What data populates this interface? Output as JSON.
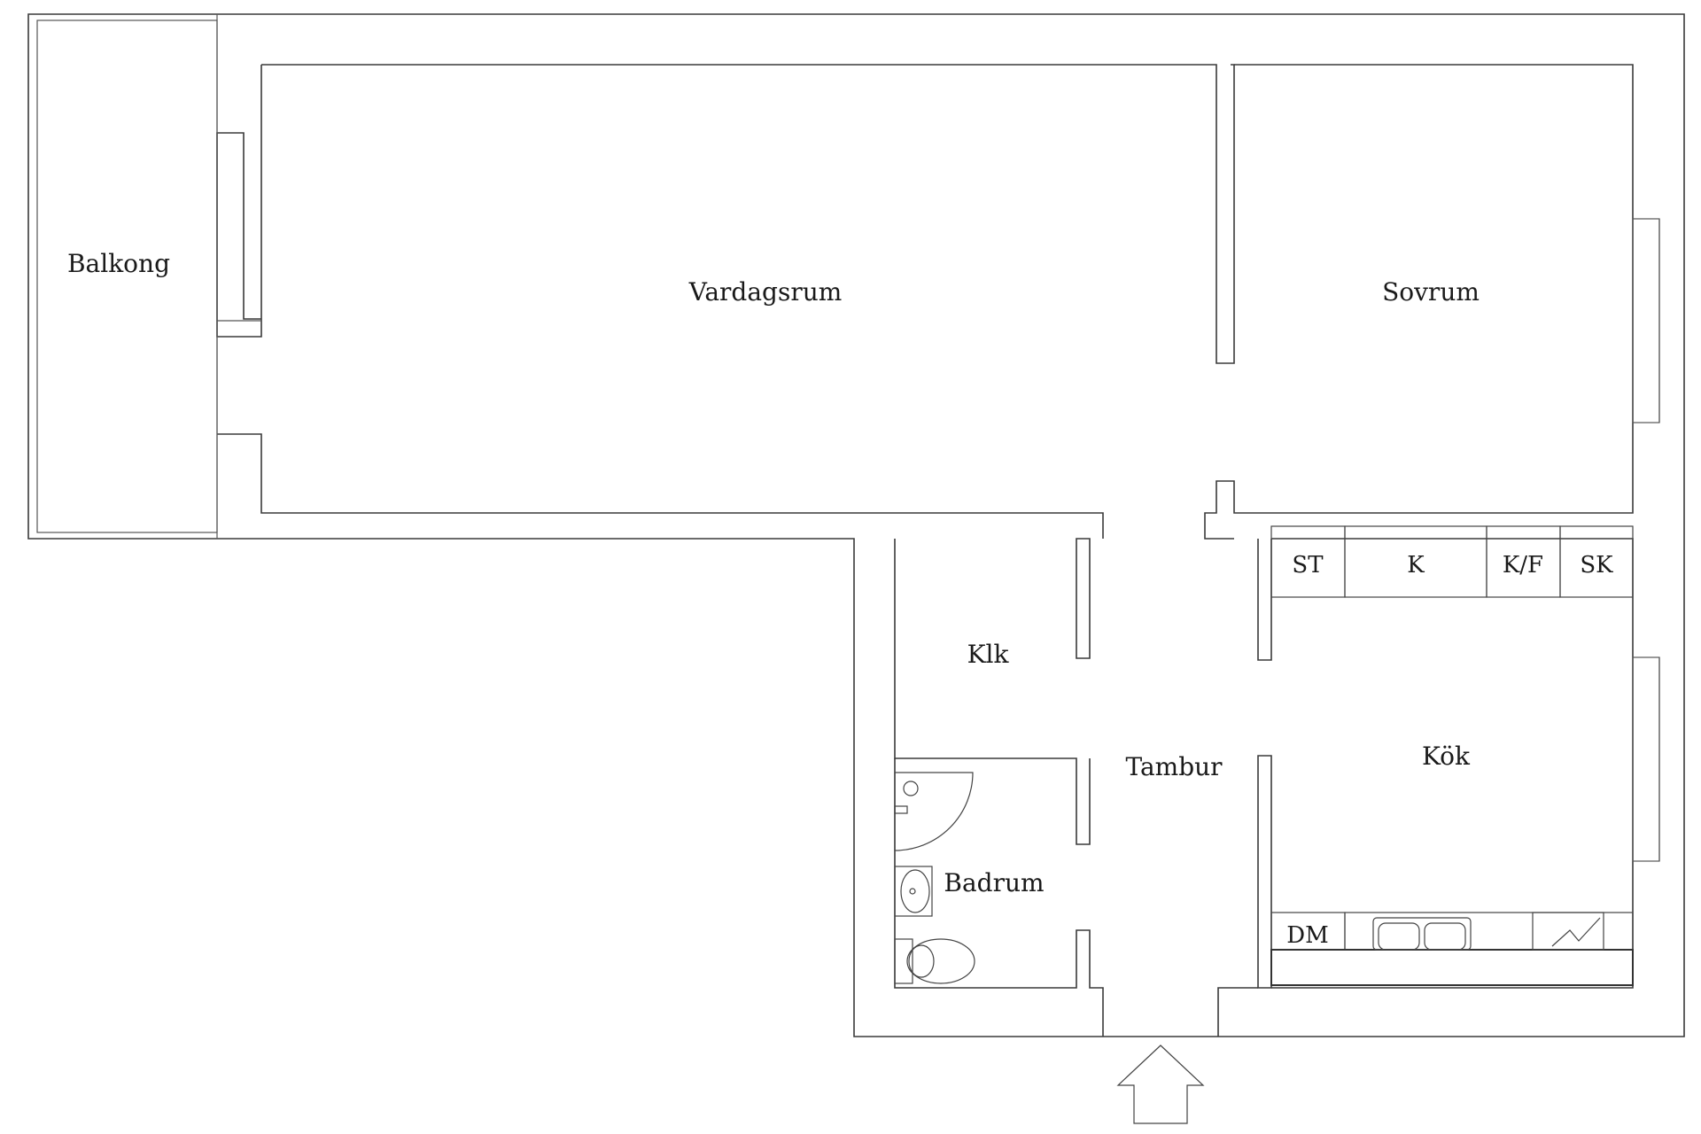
{
  "rooms": {
    "balcony": "Balkong",
    "living_room": "Vardagsrum",
    "bedroom": "Sovrum",
    "closet": "Klk",
    "hallway": "Tambur",
    "kitchen": "Kök",
    "bathroom": "Badrum"
  },
  "kitchen_units": {
    "stove": "ST",
    "cabinet": "K",
    "fridge_freezer": "K/F",
    "wardrobe": "SK",
    "dishwasher": "DM"
  },
  "icons": {
    "entrance": "entrance-arrow-icon",
    "sink": "sink-icon",
    "toilet": "toilet-icon",
    "shower": "shower-icon",
    "kitchen_sink": "kitchen-sink-icon",
    "stove_top": "stove-icon"
  },
  "colors": {
    "wall": "#3a3a3a",
    "text": "#1a1a1a",
    "background": "#ffffff"
  }
}
